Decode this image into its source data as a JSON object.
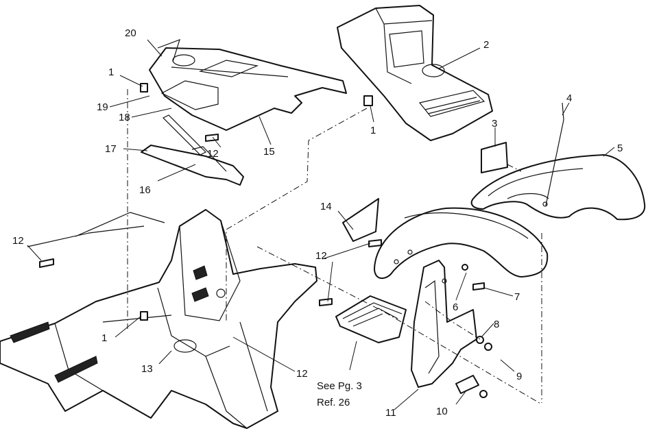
{
  "callouts": {
    "c1a": "1",
    "c1b": "1",
    "c1c": "1",
    "c2": "2",
    "c3": "3",
    "c4": "4",
    "c5": "5",
    "c6": "6",
    "c7": "7",
    "c8": "8",
    "c9": "9",
    "c10": "10",
    "c11": "11",
    "c12a": "12",
    "c12b": "12",
    "c12c": "12",
    "c12d": "12",
    "c13": "13",
    "c14": "14",
    "c15": "15",
    "c16": "16",
    "c17": "17",
    "c18": "18",
    "c19": "19",
    "c20": "20"
  },
  "note": {
    "line1": "See Pg. 3",
    "line2": "Ref. 26"
  }
}
